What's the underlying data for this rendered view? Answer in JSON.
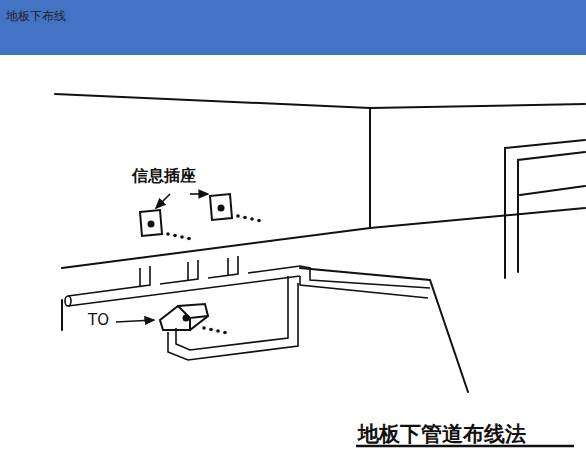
{
  "diagram": {
    "title": "地板下布线",
    "caption": "地板下管道布线法",
    "labels": [
      "信息插座",
      "TO"
    ]
  }
}
